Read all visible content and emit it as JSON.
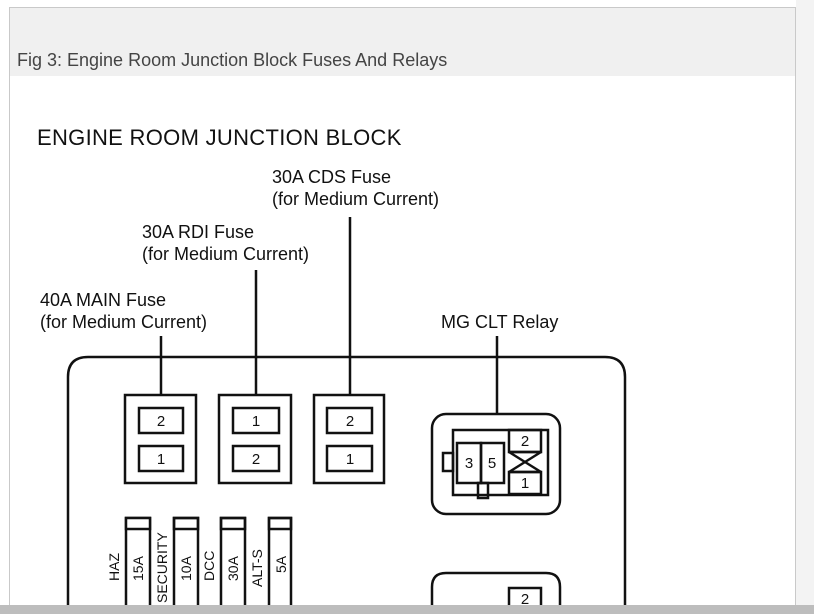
{
  "figure": {
    "caption": "Fig 3: Engine Room Junction Block Fuses And Relays"
  },
  "diagram": {
    "heading": "ENGINE ROOM JUNCTION BLOCK",
    "callouts": [
      {
        "id": "main",
        "line1": "40A MAIN Fuse",
        "line2": "(for Medium Current)"
      },
      {
        "id": "rdi",
        "line1": "30A RDI Fuse",
        "line2": "(for Medium Current)"
      },
      {
        "id": "cds",
        "line1": "30A CDS Fuse",
        "line2": "(for Medium Current)"
      },
      {
        "id": "mgclt",
        "line1": "MG CLT Relay"
      }
    ],
    "fuse_main": {
      "top": "2",
      "bottom": "1"
    },
    "fuse_rdi": {
      "top": "1",
      "bottom": "2"
    },
    "fuse_cds": {
      "top": "2",
      "bottom": "1"
    },
    "relay_mgclt": {
      "left_pins": [
        "3",
        "5"
      ],
      "right_top": "2",
      "right_bottom": "1"
    },
    "relay_lower": {
      "pin": "2"
    },
    "mini_fuses": [
      "HAZ",
      "15A",
      "SECURITY",
      "10A",
      "DCC",
      "30A",
      "ALT-S",
      "5A"
    ]
  },
  "footer": {
    "text": ""
  }
}
